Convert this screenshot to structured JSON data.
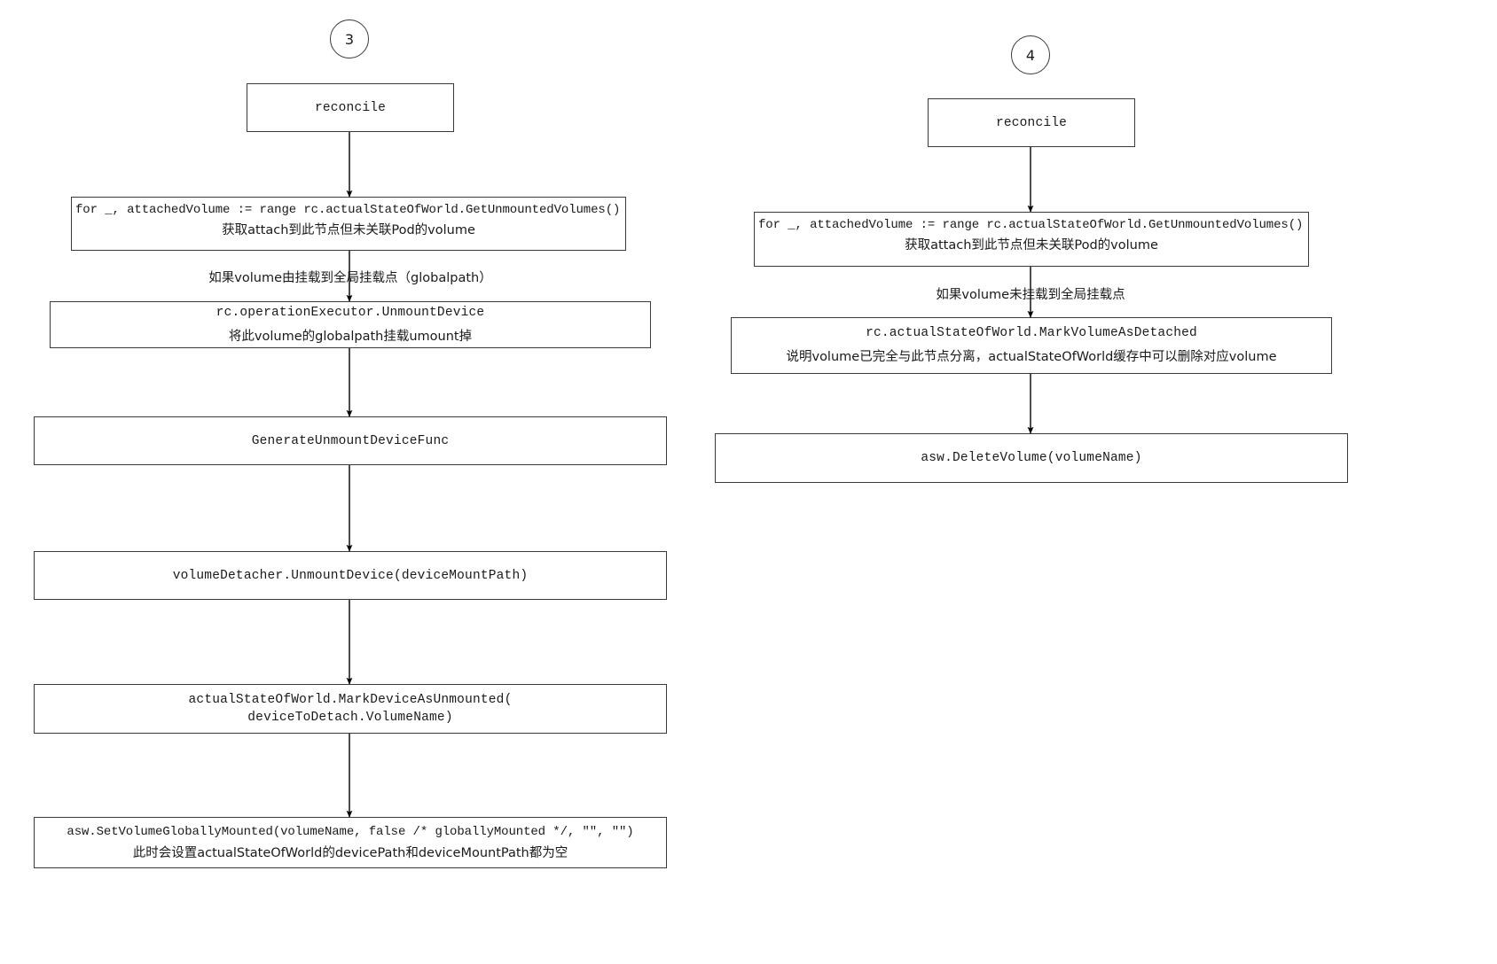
{
  "diagram": {
    "title_hidden": "",
    "columns": [
      {
        "id": "col-3",
        "marker": "3",
        "nodes": [
          {
            "id": "l-reconcile",
            "code": "reconcile",
            "cn": ""
          },
          {
            "id": "l-for-range",
            "code": "for _, attachedVolume := range rc.actualStateOfWorld.GetUnmountedVolumes()",
            "cn": "获取attach到此节点但未关联Pod的volume"
          },
          {
            "id": "l-unmount-device",
            "code": "rc.operationExecutor.UnmountDevice",
            "cn": "将此volume的globalpath挂载umount掉"
          },
          {
            "id": "l-generate-func",
            "code": "GenerateUnmountDeviceFunc",
            "cn": ""
          },
          {
            "id": "l-volume-detacher",
            "code": "volumeDetacher.UnmountDevice(deviceMountPath)",
            "cn": ""
          },
          {
            "id": "l-mark-device",
            "code": "actualStateOfWorld.MarkDeviceAsUnmounted(\ndeviceToDetach.VolumeName)",
            "cn": ""
          },
          {
            "id": "l-set-globally",
            "code": "asw.SetVolumeGloballyMounted(volumeName, false /* globallyMounted */, \"\", \"\")",
            "cn": "此时会设置actualStateOfWorld的devicePath和deviceMountPath都为空"
          }
        ],
        "edge_labels": [
          {
            "id": "l-edge-globalpath",
            "text": "如果volume由挂载到全局挂载点（globalpath）"
          }
        ]
      },
      {
        "id": "col-4",
        "marker": "4",
        "nodes": [
          {
            "id": "r-reconcile",
            "code": "reconcile",
            "cn": ""
          },
          {
            "id": "r-for-range",
            "code": "for _, attachedVolume := range rc.actualStateOfWorld.GetUnmountedVolumes()",
            "cn": "获取attach到此节点但未关联Pod的volume"
          },
          {
            "id": "r-mark-detached",
            "code": "rc.actualStateOfWorld.MarkVolumeAsDetached",
            "cn": "说明volume已完全与此节点分离，actualStateOfWorld缓存中可以删除对应volume"
          },
          {
            "id": "r-delete-volume",
            "code": "asw.DeleteVolume(volumeName)",
            "cn": ""
          }
        ],
        "edge_labels": [
          {
            "id": "r-edge-notmounted",
            "text": "如果volume未挂载到全局挂载点"
          }
        ]
      }
    ],
    "colors": {
      "stroke": "#3a3a3a",
      "arrow": "#000000",
      "text": "#1a1a1a",
      "background": "#ffffff"
    }
  }
}
